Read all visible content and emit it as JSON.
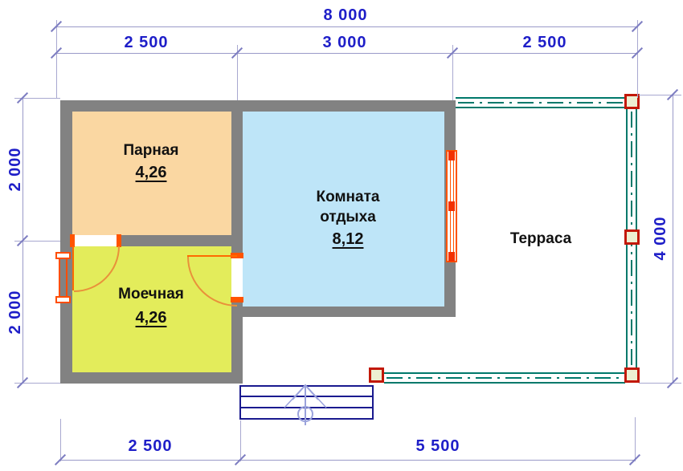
{
  "title": "Bathhouse floor plan",
  "dimensions": {
    "total_width": "8 000",
    "top": [
      "2 500",
      "3 000",
      "2 500"
    ],
    "left": [
      "2 000",
      "2 000"
    ],
    "right": "4 000",
    "bottom": [
      "2 500",
      "5 500"
    ]
  },
  "rooms": {
    "parnaya": {
      "label": "Парная",
      "area": "4,26"
    },
    "moechnaya": {
      "label": "Моечная",
      "area": "4,26"
    },
    "komnata": {
      "label_line1": "Комната",
      "label_line2": "отдыха",
      "area": "8,12"
    },
    "terrasa": {
      "label": "Терраса"
    }
  },
  "features": {
    "stairs": "entrance steps with up-arrow",
    "doors": [
      "parnaya-moechnaya door",
      "moechnaya-komnata door"
    ],
    "windows": [
      "moechnaya left wall window",
      "komnata right wall window"
    ]
  },
  "colors": {
    "parnaya_fill": "#fad7a2",
    "moechnaya_fill": "#e3ec5b",
    "komnata_fill": "#bee5f8",
    "wall": "#828282",
    "dimension_text": "#1e1ec8",
    "dimension_line": "#9a9ac8",
    "railing": "#00796b",
    "post_border": "#c21807",
    "post_fill": "#edefd2",
    "door_window": "#ff5400",
    "stairs_outline": "#1a1a8f",
    "stairs_arrow": "#9ba3dc"
  }
}
